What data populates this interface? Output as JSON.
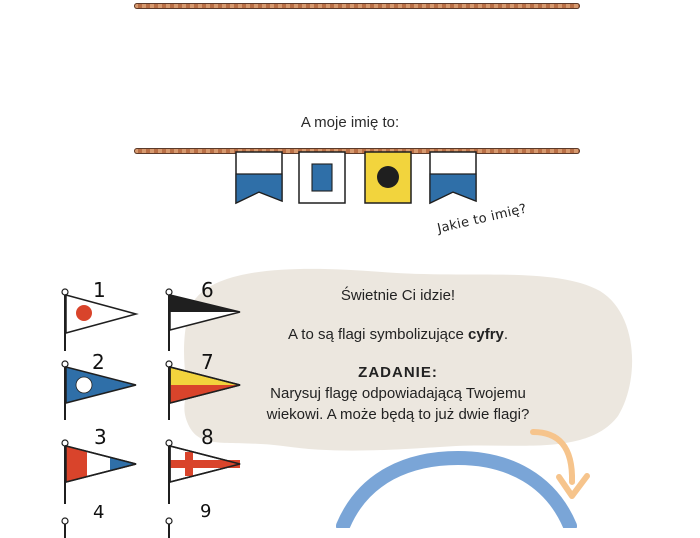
{
  "header": {
    "intro_label": "A moje imię to:",
    "hint": "Jakie to imię?"
  },
  "name_flags": {
    "icons": [
      "blue-white-pennant-icon",
      "blue-square-flag-icon",
      "yellow-black-circle-flag-icon",
      "blue-white-pennant-icon"
    ]
  },
  "numeral_flags": [
    {
      "digit": "1",
      "icon": "red-circle-pennant-icon"
    },
    {
      "digit": "2",
      "icon": "blue-white-circle-pennant-icon"
    },
    {
      "digit": "3",
      "icon": "red-white-blue-pennant-icon"
    },
    {
      "digit": "4",
      "icon": "partially-visible-flag-icon"
    },
    {
      "digit": "6",
      "icon": "black-white-pennant-icon"
    },
    {
      "digit": "7",
      "icon": "yellow-red-pennant-icon"
    },
    {
      "digit": "8",
      "icon": "red-cross-pennant-icon"
    },
    {
      "digit": "9",
      "icon": "partially-visible-flag-icon"
    }
  ],
  "task": {
    "line1": "Świetnie Ci idzie!",
    "line2_before": "A to są flagi symbolizujące ",
    "line2_bold": "cyfry",
    "line2_after": ".",
    "title": "ZADANIE:",
    "line3": "Narysuj flagę odpowiadającą Twojemu",
    "line4": "wiekowi. A może będą to już dwie flagi?"
  },
  "colors": {
    "rope": "#c98763",
    "navy_blue": "#2f6fa8",
    "signal_yellow": "#f2d43d",
    "signal_red": "#d9442b",
    "speech_bubble": "#ece7df",
    "arrow": "#f6c48c",
    "circle": "#7aa5d7"
  }
}
